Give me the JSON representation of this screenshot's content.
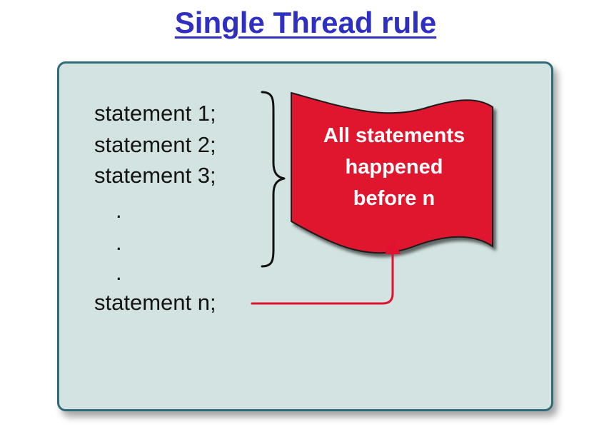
{
  "title": "Single Thread rule",
  "statements": {
    "s1": "statement 1;",
    "s2": "statement 2;",
    "s3": "statement 3;",
    "dot1": ".",
    "dot2": ".",
    "dot3": ".",
    "sn": "statement n;"
  },
  "flag": {
    "line1": "All statements",
    "line2": "happened",
    "line3": "before n"
  },
  "colors": {
    "title": "#2f2fc2",
    "panel_fill": "#d3e3e1",
    "panel_border": "#2f6b78",
    "flag_fill": "#e0122e",
    "arrow": "#e0122e",
    "text": "#141414"
  }
}
